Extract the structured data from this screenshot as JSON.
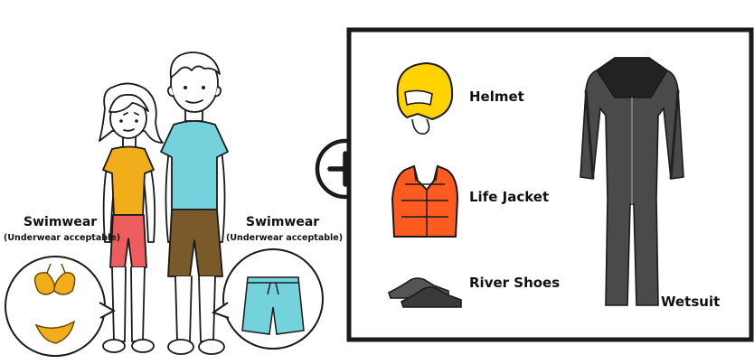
{
  "left_section": {
    "girl": {
      "label": "Swimwear",
      "note": "(Underwear acceptable)",
      "icon": "bikini-icon"
    },
    "boy": {
      "label": "Swimwear",
      "note": "(Underwear acceptable)",
      "icon": "swim-shorts-icon"
    }
  },
  "plus": {
    "icon": "plus-icon"
  },
  "equipment_panel": {
    "items": [
      {
        "label": "Helmet",
        "icon": "helmet-icon"
      },
      {
        "label": "Life Jacket",
        "icon": "life-jacket-icon"
      },
      {
        "label": "River Shoes",
        "icon": "river-shoes-icon"
      },
      {
        "label": "Wetsuit",
        "icon": "wetsuit-icon"
      }
    ]
  },
  "colors": {
    "shirt_girl": "#f2ad1b",
    "shorts_girl": "#ec5e5e",
    "shirt_boy": "#74d2dc",
    "shorts_boy": "#7a5a2b",
    "helmet": "#ffd300",
    "life_jacket": "#ff5a1f",
    "wetsuit": "#4a4a4a",
    "outline": "#1a1a1a"
  }
}
